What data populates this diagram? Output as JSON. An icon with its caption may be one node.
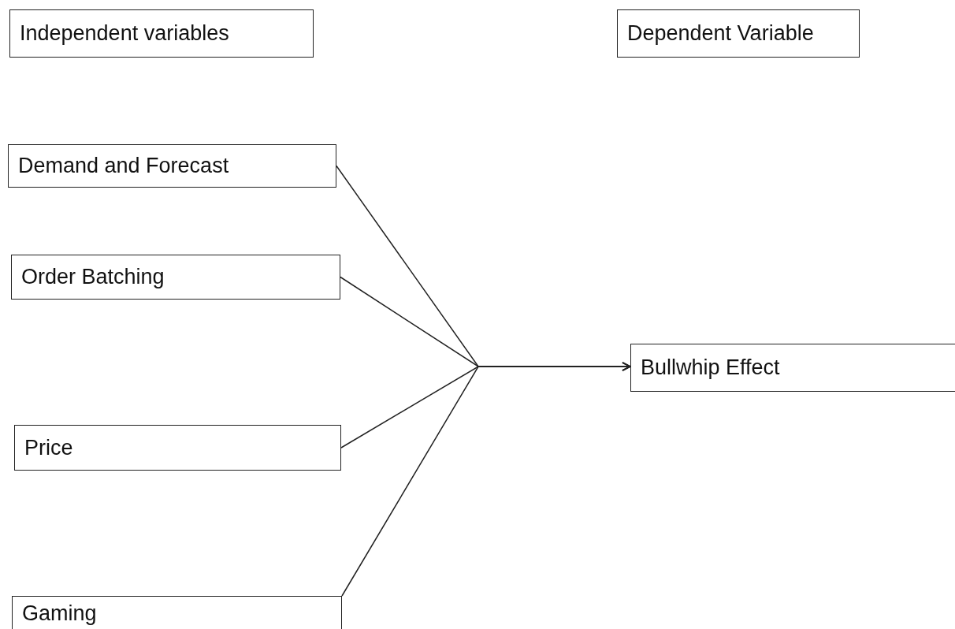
{
  "diagram": {
    "nodes": [
      {
        "text": [
          "Independent variables"
        ]
      },
      {
        "text": [
          "Dependent Variable"
        ]
      },
      {
        "text": [
          "Demand and Forecast"
        ]
      },
      {
        "text": [
          "Order Batching"
        ]
      },
      {
        "text": [
          "Price"
        ]
      },
      {
        "text": [
          "Gaming"
        ]
      },
      {
        "text": [
          "Bullwhip Effect"
        ]
      }
    ],
    "edges": [
      {
        "from": 2,
        "to": 6,
        "arrow": "to"
      },
      {
        "from": 3,
        "to": 6,
        "arrow": "to"
      },
      {
        "from": 4,
        "to": 6,
        "arrow": "to"
      },
      {
        "from": 5,
        "to": 6,
        "arrow": "to"
      }
    ]
  }
}
